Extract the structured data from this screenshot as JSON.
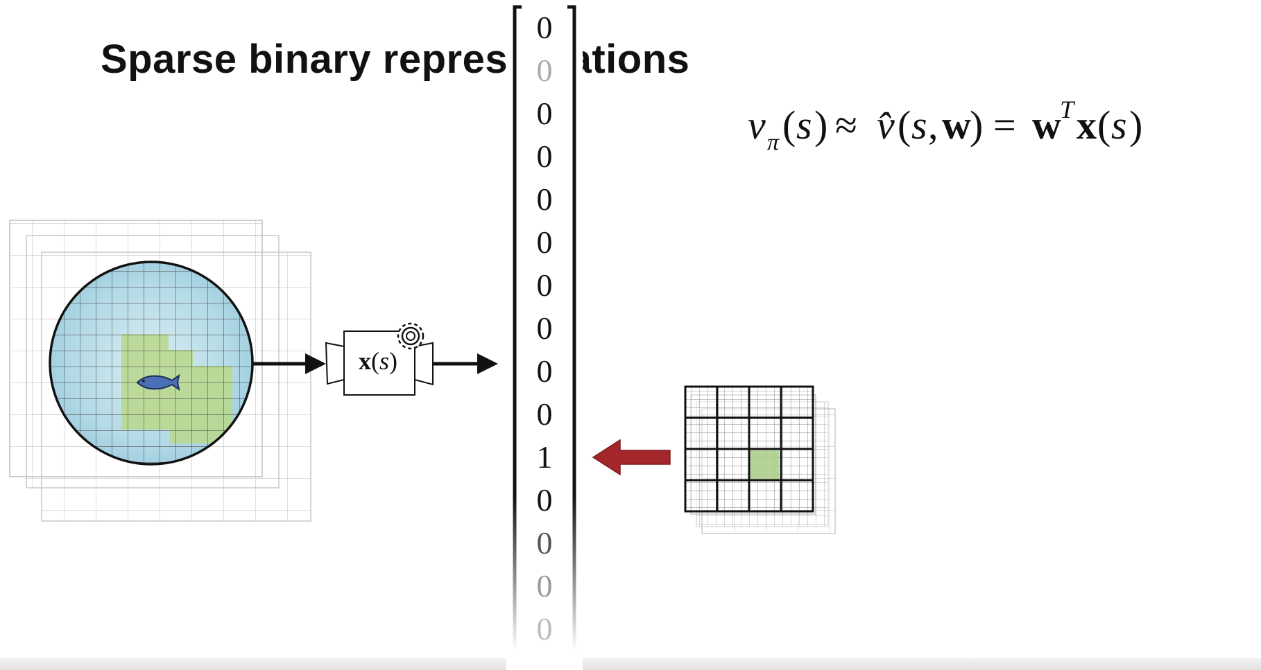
{
  "title": "Sparse binary representations",
  "formula": {
    "v": "v",
    "pi": "π",
    "s": "s",
    "approx": "≈",
    "vhat": "v̂",
    "w": "w",
    "equals": "=",
    "T": "T",
    "x": "x"
  },
  "feature_box_label": {
    "x": "x",
    "s": "s"
  },
  "feature_vector": [
    "0",
    "0",
    "0",
    "0",
    "0",
    "0",
    "0",
    "0",
    "0",
    "0",
    "1",
    "0",
    "0",
    "0",
    "0"
  ],
  "colors": {
    "arrow_red": "#a3262a",
    "active_tile_green": "#a9cc86",
    "circle_fill_blue": "#a9d4e0",
    "fish_blue": "#4a6fb5"
  },
  "icons": [
    "fish-icon",
    "gear-icon",
    "left-arrow-icon"
  ]
}
